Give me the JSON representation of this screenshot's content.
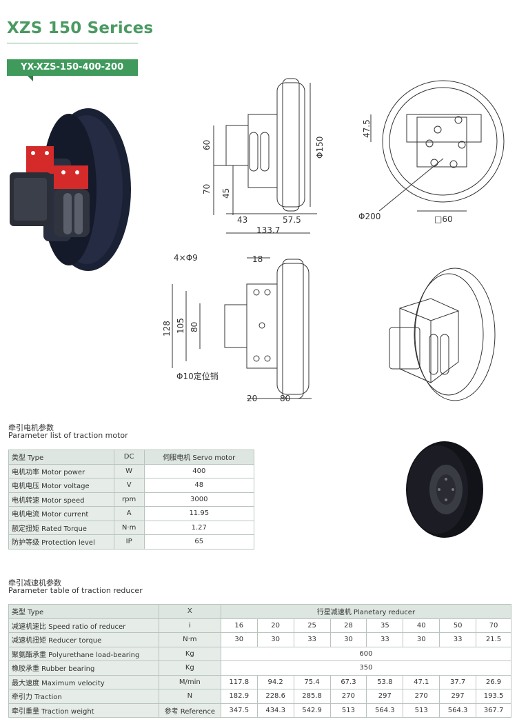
{
  "header": {
    "title": "XZS 150 Serices",
    "model": "YX-XZS-150-400-200"
  },
  "drawing_labels": {
    "side": [
      "60",
      "70",
      "45",
      "43",
      "57.5",
      "133.7",
      "Φ150"
    ],
    "front": [
      "47.5",
      "Φ200",
      "□60"
    ],
    "mount": [
      "4×Φ9",
      "18",
      "128",
      "105",
      "80",
      "Φ10定位销",
      "20",
      "80"
    ]
  },
  "motor": {
    "title_cn": "牵引电机参数",
    "title_en": "Parameter list of traction motor",
    "rows": [
      {
        "label": "类型 Type",
        "unit": "DC",
        "value": "伺服电机 Servo motor"
      },
      {
        "label": "电机功率 Motor power",
        "unit": "W",
        "value": "400"
      },
      {
        "label": "电机电压 Motor voltage",
        "unit": "V",
        "value": "48"
      },
      {
        "label": "电机转速 Motor speed",
        "unit": "rpm",
        "value": "3000"
      },
      {
        "label": "电机电流 Motor current",
        "unit": "A",
        "value": "11.95"
      },
      {
        "label": "额定扭矩 Rated Torque",
        "unit": "N·m",
        "value": "1.27"
      },
      {
        "label": "防护等级 Protection level",
        "unit": "IP",
        "value": "65"
      }
    ]
  },
  "reducer": {
    "title_cn": "牵引减速机参数",
    "title_en": "Parameter table of traction reducer",
    "header": {
      "label": "类型 Type",
      "unit": "X",
      "value": "行星减速机 Planetary reducer"
    },
    "rows": [
      {
        "label": "减速机速比 Speed ratio of reducer",
        "unit": "i",
        "values": [
          "16",
          "20",
          "25",
          "28",
          "35",
          "40",
          "50",
          "70"
        ]
      },
      {
        "label": "减速机扭矩 Reducer torque",
        "unit": "N·m",
        "values": [
          "30",
          "30",
          "33",
          "30",
          "33",
          "30",
          "33",
          "21.5"
        ]
      },
      {
        "label": "聚氨酯承重 Polyurethane load-bearing",
        "unit": "Kg",
        "span": "600"
      },
      {
        "label": "橡胶承重 Rubber bearing",
        "unit": "Kg",
        "span": "350"
      },
      {
        "label": "最大速度 Maximum velocity",
        "unit": "M/min",
        "values": [
          "117.8",
          "94.2",
          "75.4",
          "67.3",
          "53.8",
          "47.1",
          "37.7",
          "26.9"
        ]
      },
      {
        "label": "牵引力 Traction",
        "unit": "N",
        "values": [
          "182.9",
          "228.6",
          "285.8",
          "270",
          "297",
          "270",
          "297",
          "193.5"
        ]
      },
      {
        "label": "牵引重量 Traction weight",
        "unit": "参考 Reference",
        "values": [
          "347.5",
          "434.3",
          "542.9",
          "513",
          "564.3",
          "513",
          "564.3",
          "367.7"
        ]
      }
    ]
  }
}
